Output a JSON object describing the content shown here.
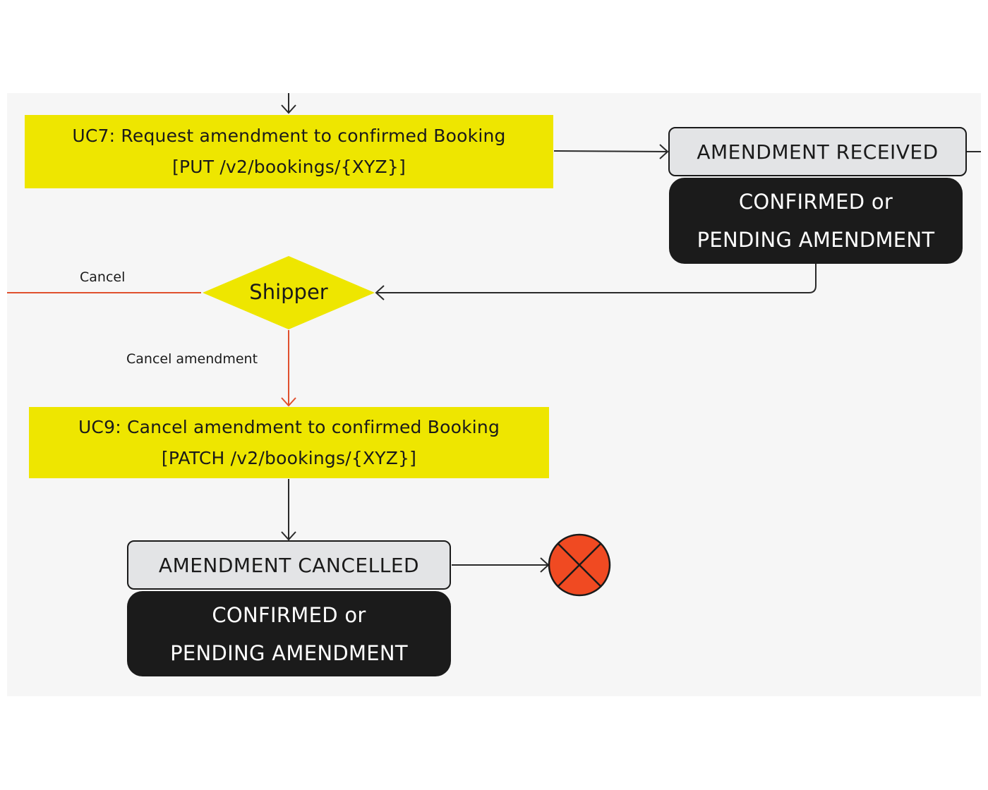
{
  "diagram": {
    "colors": {
      "canvas": "#f6f6f6",
      "use_case_fill": "#eee600",
      "state_label_fill": "#e3e4e6",
      "state_body_fill": "#1b1b1b",
      "cancel_edge": "#e0502e",
      "edge": "#2a2a2a",
      "end_node_fill": "#f04a22"
    },
    "nodes": {
      "uc7": {
        "title": "UC7: Request amendment to confirmed Booking",
        "endpoint": "[PUT /v2/bookings/{XYZ}]"
      },
      "amendment_received": {
        "label": "AMENDMENT RECEIVED",
        "status_line1": "CONFIRMED or",
        "status_line2": "PENDING AMENDMENT"
      },
      "decision": {
        "label": "Shipper"
      },
      "uc9": {
        "title": "UC9: Cancel amendment to confirmed Booking",
        "endpoint": "[PATCH /v2/bookings/{XYZ}]"
      },
      "amendment_cancelled": {
        "label": "AMENDMENT CANCELLED",
        "status_line1": "CONFIRMED or",
        "status_line2": "PENDING AMENDMENT"
      },
      "end": {
        "icon": "end-state-x-icon"
      }
    },
    "edges": {
      "cancel_label": "Cancel",
      "cancel_amendment_label": "Cancel amendment"
    }
  }
}
